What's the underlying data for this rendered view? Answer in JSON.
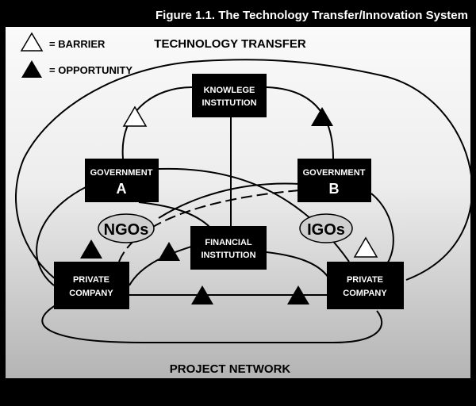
{
  "figure": {
    "title": "Figure 1.1. The Technology Transfer/Innovation System",
    "top_label": "TECHNOLOGY TRANSFER",
    "bottom_label": "PROJECT NETWORK"
  },
  "legend": {
    "barrier": "= BARRIER",
    "opportunity": "= OPPORTUNITY"
  },
  "nodes": {
    "knowledge": [
      "KNOWLEGE",
      "INSTITUTION"
    ],
    "gov_a": [
      "GOVERNMENT",
      "A"
    ],
    "gov_b": [
      "GOVERNMENT",
      "B"
    ],
    "financial": [
      "FINANCIAL",
      "INSTITUTION"
    ],
    "private_left": [
      "PRIVATE",
      "COMPANY"
    ],
    "private_right": [
      "PRIVATE",
      "COMPANY"
    ],
    "ngos": "NGOs",
    "igos": "IGOs"
  },
  "colors": {
    "background_gradient_light": "#ffffff",
    "background_gradient_dark": "#b8b8b8",
    "node_fill": "#000000",
    "oval_fill": "#cfcfcf",
    "barrier_fill": "#ffffff",
    "opportunity_fill": "#000000"
  }
}
